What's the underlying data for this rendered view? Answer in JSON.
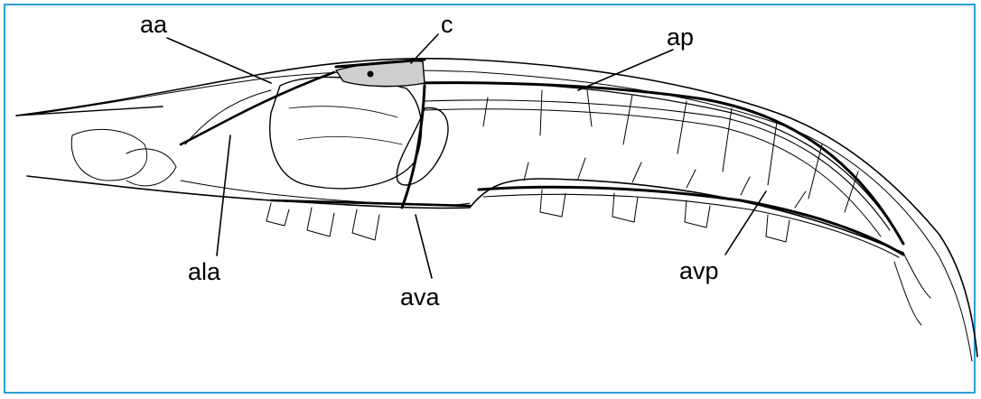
{
  "colors": {
    "frame_border": "#2a9fd6",
    "ink": "#000000",
    "paper": "#ffffff"
  },
  "labels": {
    "aa": "aa",
    "c": "c",
    "ap": "ap",
    "ala": "ala",
    "ava": "ava",
    "avp": "avp"
  }
}
